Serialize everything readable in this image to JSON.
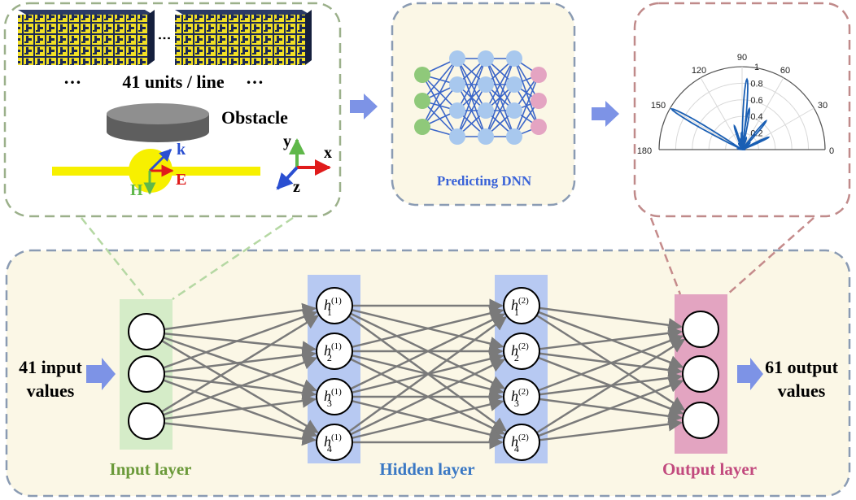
{
  "top_left": {
    "dots_left": "…",
    "dots_right": "…",
    "dots_between": "⋮",
    "units_label": "41 units / line",
    "obstacle_label": "Obstacle",
    "k_label": "k",
    "E_label": "E",
    "H_label": "H",
    "axis_x": "x",
    "axis_y": "y",
    "axis_z": "z"
  },
  "top_middle": {
    "caption": "Predicting DNN"
  },
  "polar_chart": {
    "angle_labels": [
      "180",
      "150",
      "120",
      "90",
      "60",
      "30",
      "0"
    ],
    "radial_labels": [
      "1",
      "0.8",
      "0.6",
      "0.4",
      "0.2"
    ]
  },
  "chart_data": {
    "type": "line",
    "subtype": "polar-half",
    "theta_range": [
      0,
      180
    ],
    "r_range": [
      0,
      1
    ],
    "theta_ticks": [
      0,
      30,
      60,
      90,
      120,
      150,
      180
    ],
    "r_ticks": [
      0.2,
      0.4,
      0.6,
      0.8,
      1
    ],
    "grid": true,
    "lobes": [
      {
        "theta": 0,
        "r": 0.04
      },
      {
        "theta": 25,
        "r": 0.35
      },
      {
        "theta": 40,
        "r": 0.12
      },
      {
        "theta": 50,
        "r": 0.45
      },
      {
        "theta": 70,
        "r": 0.15
      },
      {
        "theta": 80,
        "r": 0.5
      },
      {
        "theta": 86,
        "r": 0.85
      },
      {
        "theta": 92,
        "r": 0.2
      },
      {
        "theta": 100,
        "r": 0.12
      },
      {
        "theta": 108,
        "r": 0.3
      },
      {
        "theta": 120,
        "r": 0.08
      },
      {
        "theta": 150,
        "r": 0.98
      },
      {
        "theta": 170,
        "r": 0.05
      }
    ]
  },
  "network": {
    "input_side": "41 input\nvalues",
    "input_line1": "41 input",
    "input_line2": "values",
    "output_line1": "61 output",
    "output_line2": "values",
    "input_layer_label": "Input layer",
    "hidden_layer_label": "Hidden layer",
    "output_layer_label": "Output layer",
    "hidden1_nodes": [
      {
        "base": "h",
        "sub": "1",
        "sup": "(1)"
      },
      {
        "base": "h",
        "sub": "2",
        "sup": "(1)"
      },
      {
        "base": "h",
        "sub": "3",
        "sup": "(1)"
      },
      {
        "base": "h",
        "sub": "4",
        "sup": "(1)"
      }
    ],
    "hidden2_nodes": [
      {
        "base": "h",
        "sub": "1",
        "sup": "(2)"
      },
      {
        "base": "h",
        "sub": "2",
        "sup": "(2)"
      },
      {
        "base": "h",
        "sub": "3",
        "sup": "(2)"
      },
      {
        "base": "h",
        "sub": "4",
        "sup": "(2)"
      }
    ],
    "colors": {
      "input_layer": "#d5ecc8",
      "hidden_layer": "#b7c9f2",
      "output_layer": "#e3a4c1",
      "input_text": "#6b9a3a",
      "hidden_text": "#3a78c4",
      "output_text": "#c24a7e",
      "panel_bg": "#fbf7e6",
      "arrow": "#7d93e6"
    }
  }
}
